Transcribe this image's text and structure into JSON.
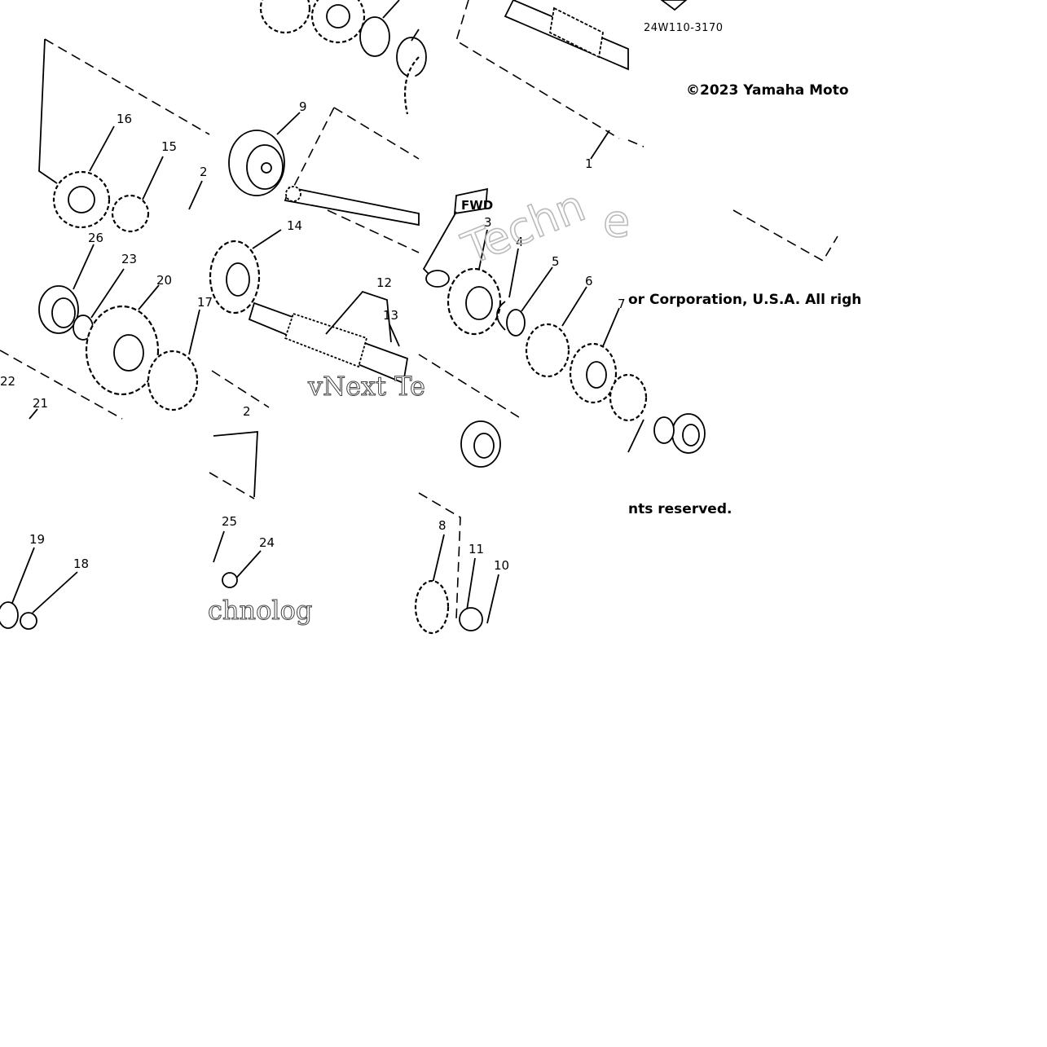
{
  "part_code": "24W110-3170",
  "copyright_line1": "©2023 Yamaha Moto",
  "copyright_line2": "or Corporation, U.S.A. All righ",
  "copyright_line3": "nts reserved.",
  "watermark_left": "vNext Te",
  "watermark_mid": "Techn",
  "watermark_mid2": "chnolog",
  "fwd_label": "FWD",
  "callouts": {
    "c1": "1",
    "c2a": "2",
    "c2b": "2",
    "c3": "3",
    "c4": "4",
    "c5": "5",
    "c6": "6",
    "c7": "7",
    "c8": "8",
    "c9": "9",
    "c10": "10",
    "c11": "11",
    "c12": "12",
    "c13": "13",
    "c14": "14",
    "c15": "15",
    "c16": "16",
    "c17": "17",
    "c18": "18",
    "c19": "19",
    "c20": "20",
    "c21": "21",
    "c22": "22",
    "c23": "23",
    "c24": "24",
    "c25": "25",
    "c26": "26"
  }
}
